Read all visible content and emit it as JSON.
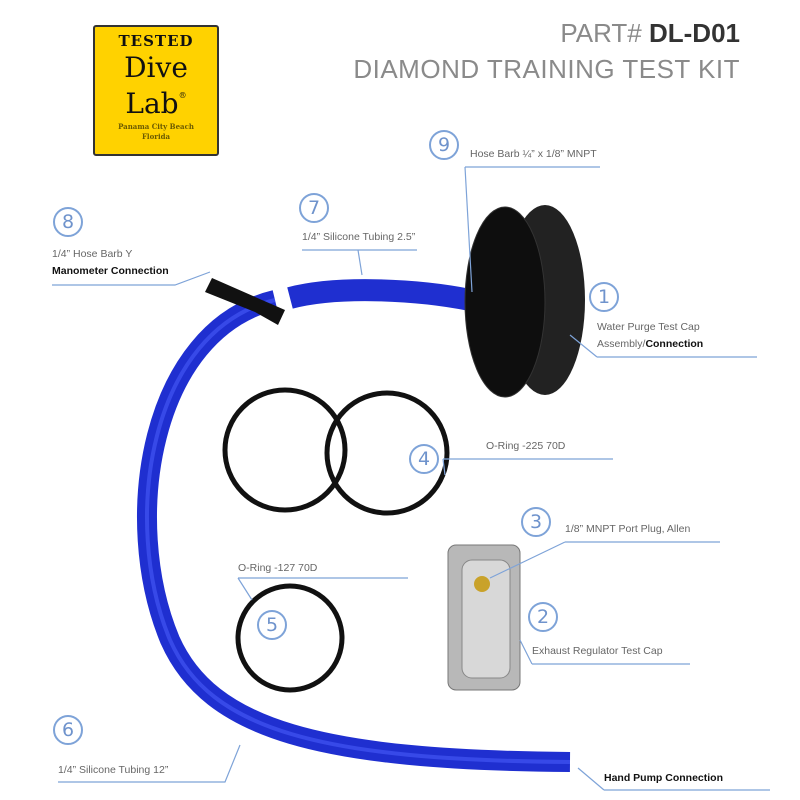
{
  "logo": {
    "top": "TESTED",
    "brand_line1": "Dive",
    "brand_line2": "Lab",
    "registered": "®",
    "city": "Panama City Beach",
    "state": "Florida"
  },
  "header": {
    "part_prefix": "PART#",
    "part_number": "DL-D01",
    "kit_name": "DIAMOND TRAINING TEST KIT"
  },
  "callouts": [
    {
      "num": "1",
      "line1": "Water Purge Test Cap",
      "line2a": "Assembly/",
      "line2b": "Connection"
    },
    {
      "num": "2",
      "label": "Exhaust Regulator Test Cap"
    },
    {
      "num": "3",
      "label": "1/8” MNPT Port Plug, Allen"
    },
    {
      "num": "4",
      "label": "O-Ring -225 70D"
    },
    {
      "num": "5",
      "label": "O-Ring -127 70D"
    },
    {
      "num": "6",
      "label": "1/4” Silicone Tubing 12”"
    },
    {
      "num": "7",
      "label": "1/4” Silicone Tubing 2.5”"
    },
    {
      "num": "8",
      "line1": "1/4” Hose Barb Y",
      "line2": "Manometer Connection"
    },
    {
      "num": "9",
      "label": "Hose Barb ¼” x 1/8” MNPT"
    }
  ],
  "hand_pump": "Hand Pump Connection",
  "colors": {
    "callout": "#7ea3d8",
    "tubing": "#1f2fd0",
    "logo_bg": "#ffd200"
  }
}
